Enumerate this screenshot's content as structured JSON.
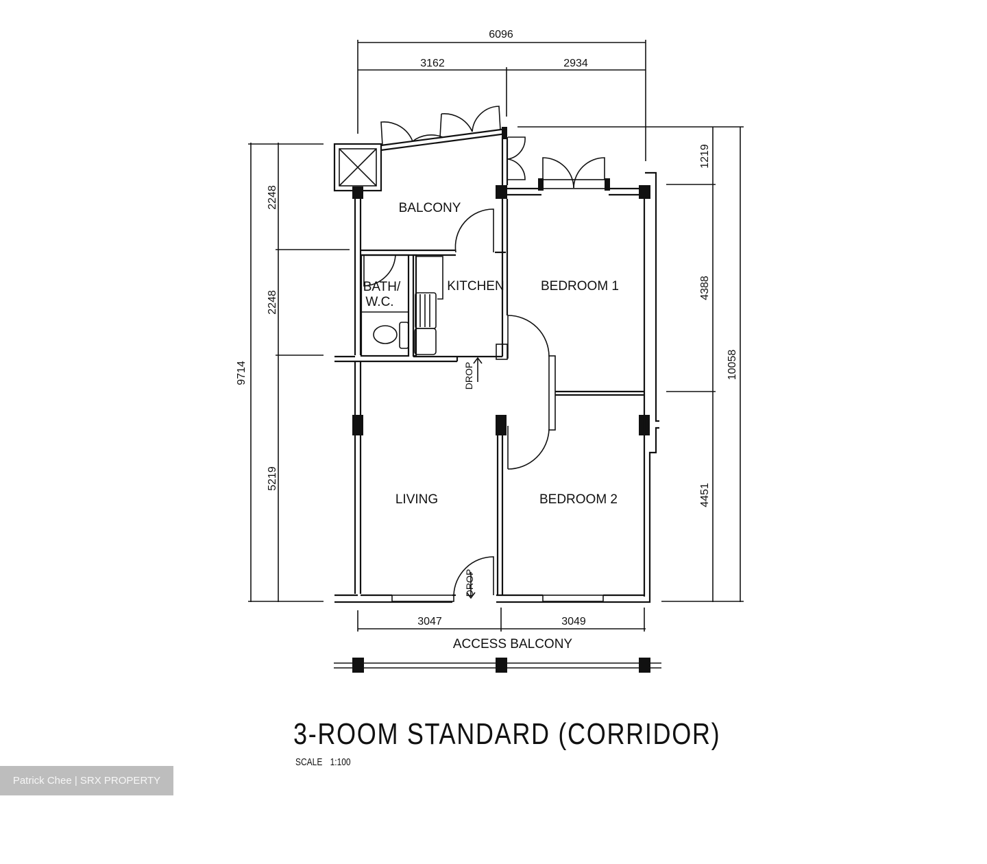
{
  "plan": {
    "title": "3-ROOM STANDARD (CORRIDOR)",
    "scale_label": "SCALE",
    "scale_value": "1:100",
    "rooms": {
      "balcony": "BALCONY",
      "bath_line1": "BATH/",
      "bath_line2": "W.C.",
      "kitchen": "KITCHEN",
      "bedroom1": "BEDROOM 1",
      "bedroom2": "BEDROOM 2",
      "living": "LIVING",
      "access_balcony": "ACCESS BALCONY"
    },
    "annotations": {
      "drop_kitchen": "DROP",
      "drop_entrance": "DROP"
    },
    "dimensions": {
      "top_total": "6096",
      "top_left": "3162",
      "top_right": "2934",
      "bottom_left": "3047",
      "bottom_right": "3049",
      "left_total": "9714",
      "left_top": "2248",
      "left_mid": "2248",
      "left_bottom": "5219",
      "right_total": "10058",
      "right_top": "1219",
      "right_mid": "4388",
      "right_bottom": "4451"
    }
  },
  "watermark": {
    "text": "Patrick Chee | SRX PROPERTY",
    "background": "#bdbdbd",
    "color": "#f7f7f7"
  }
}
